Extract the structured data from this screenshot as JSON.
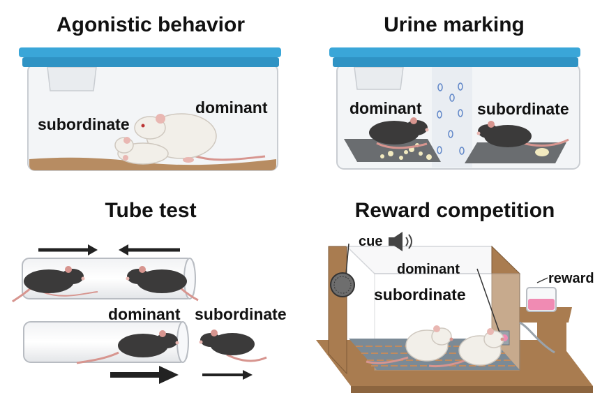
{
  "panels": {
    "agonistic": {
      "title": "Agonistic behavior",
      "labels": {
        "subordinate": "subordinate",
        "dominant": "dominant"
      }
    },
    "urine": {
      "title": "Urine marking",
      "labels": {
        "dominant": "dominant",
        "subordinate": "subordinate"
      }
    },
    "tube": {
      "title": "Tube test",
      "labels": {
        "dominant": "dominant",
        "subordinate": "subordinate"
      }
    },
    "reward": {
      "title": "Reward competition",
      "labels": {
        "cue": "cue",
        "dominant": "dominant",
        "subordinate": "subordinate",
        "reward": "reward"
      }
    }
  },
  "colors": {
    "lid_blue": "#3aa6d8",
    "bedding": "#b78c62",
    "white_mouse": "#f2efe9",
    "black_mouse": "#3b3a3a",
    "tail_pink": "#d7958f",
    "wood": "#a97c50",
    "reward_liquid": "#f08bb3",
    "arrow": "#222222"
  }
}
